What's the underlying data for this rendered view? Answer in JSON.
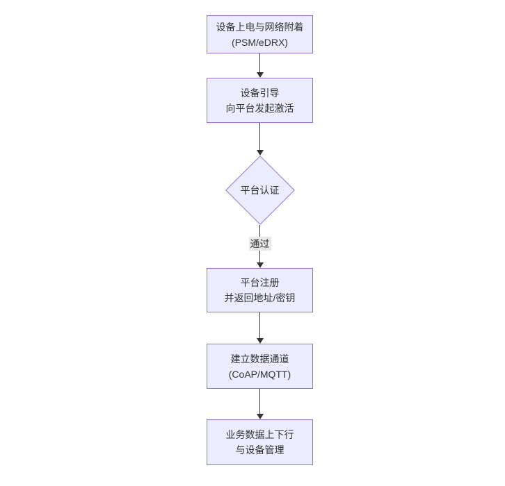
{
  "diagram": {
    "type": "flowchart",
    "direction": "top-down",
    "colors": {
      "canvas_bg": "#ffffff",
      "node_fill": "#ECECFF",
      "node_border": "#9370DB",
      "arrow": "#333333",
      "text": "#333333",
      "edge_label_bg": "#e8e8e8"
    },
    "nodes": [
      {
        "id": "power-attach",
        "type": "rect",
        "lines": [
          "设备上电与网络附着",
          "(PSM/eDRX)"
        ]
      },
      {
        "id": "bootstrap",
        "type": "rect",
        "lines": [
          "设备引导",
          "向平台发起激活"
        ]
      },
      {
        "id": "platform-auth",
        "type": "diamond",
        "lines": [
          "平台认证"
        ]
      },
      {
        "id": "platform-register",
        "type": "rect",
        "lines": [
          "平台注册",
          "并返回地址/密钥"
        ]
      },
      {
        "id": "data-channel",
        "type": "rect",
        "lines": [
          "建立数据通道",
          "(CoAP/MQTT)"
        ]
      },
      {
        "id": "business-data",
        "type": "rect",
        "lines": [
          "业务数据上下行",
          "与设备管理"
        ]
      }
    ],
    "edges": [
      {
        "from": "power-attach",
        "to": "bootstrap",
        "label": ""
      },
      {
        "from": "bootstrap",
        "to": "platform-auth",
        "label": ""
      },
      {
        "from": "platform-auth",
        "to": "platform-register",
        "label": "通过"
      },
      {
        "from": "platform-register",
        "to": "data-channel",
        "label": ""
      },
      {
        "from": "data-channel",
        "to": "business-data",
        "label": ""
      }
    ]
  }
}
